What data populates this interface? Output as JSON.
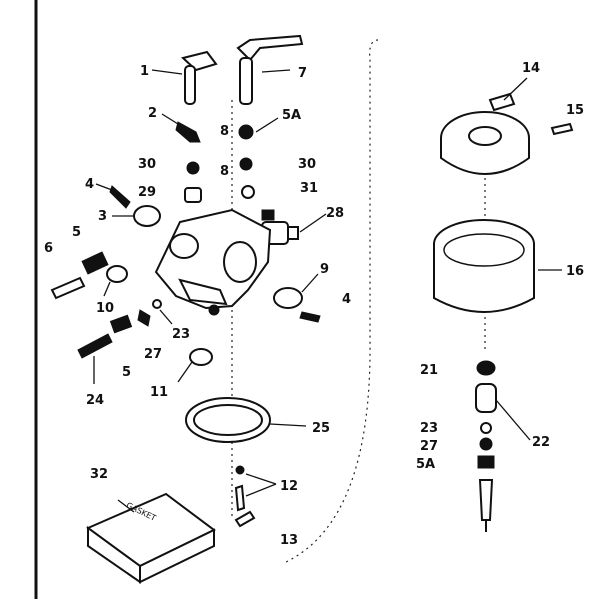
{
  "diagram": {
    "type": "exploded-parts-diagram",
    "kit_text": "GASKET",
    "callouts": [
      {
        "id": "c-1",
        "text": "1"
      },
      {
        "id": "c-7",
        "text": "7"
      },
      {
        "id": "c-2",
        "text": "2"
      },
      {
        "id": "c-8a",
        "text": "8"
      },
      {
        "id": "c-5a-top",
        "text": "5A"
      },
      {
        "id": "c-30-left",
        "text": "30"
      },
      {
        "id": "c-8b",
        "text": "8"
      },
      {
        "id": "c-30-right",
        "text": "30"
      },
      {
        "id": "c-4-left",
        "text": "4"
      },
      {
        "id": "c-29",
        "text": "29"
      },
      {
        "id": "c-31",
        "text": "31"
      },
      {
        "id": "c-3",
        "text": "3"
      },
      {
        "id": "c-28",
        "text": "28"
      },
      {
        "id": "c-6-left",
        "text": "6"
      },
      {
        "id": "c-5-left",
        "text": "5"
      },
      {
        "id": "c-9",
        "text": "9"
      },
      {
        "id": "c-4-right",
        "text": "4"
      },
      {
        "id": "c-10",
        "text": "10"
      },
      {
        "id": "c-23-mid",
        "text": "23"
      },
      {
        "id": "c-27-mid",
        "text": "27"
      },
      {
        "id": "c-5-mid",
        "text": "5"
      },
      {
        "id": "c-24",
        "text": "24"
      },
      {
        "id": "c-11",
        "text": "11"
      },
      {
        "id": "c-25",
        "text": "25"
      },
      {
        "id": "c-32",
        "text": "32"
      },
      {
        "id": "c-12",
        "text": "12"
      },
      {
        "id": "c-13",
        "text": "13"
      },
      {
        "id": "c-14",
        "text": "14"
      },
      {
        "id": "c-15",
        "text": "15"
      },
      {
        "id": "c-16",
        "text": "16"
      },
      {
        "id": "c-21",
        "text": "21"
      },
      {
        "id": "c-22",
        "text": "22"
      },
      {
        "id": "c-23-right",
        "text": "23"
      },
      {
        "id": "c-27-right",
        "text": "27"
      },
      {
        "id": "c-5a-right",
        "text": "5A"
      }
    ]
  }
}
